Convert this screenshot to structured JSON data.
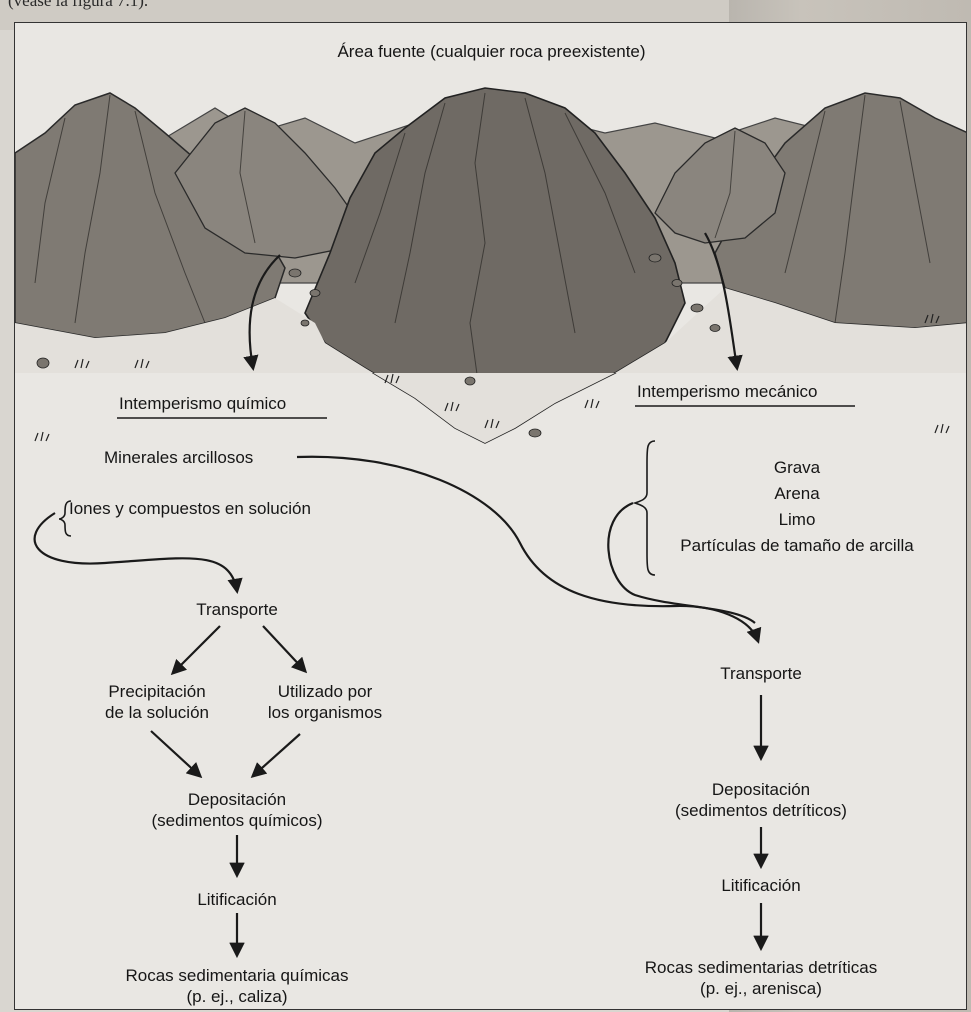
{
  "page_bleed": {
    "top_text": "(véase la figura 7.1)."
  },
  "title": "Área fuente (cualquier roca preexistente)",
  "chemical_branch": {
    "heading": "Intemperismo químico",
    "clay_minerals": "Minerales arcillosos",
    "ions": "Iones y compuestos en solución",
    "transport": "Transporte",
    "precipitation": [
      "Precipitación",
      "de la solución"
    ],
    "organisms": [
      "Utilizado por",
      "los organismos"
    ],
    "deposition": [
      "Depositación",
      "(sedimentos químicos)"
    ],
    "lithification": "Litificación",
    "rocks": [
      "Rocas sedimentaria químicas",
      "(p. ej., caliza)"
    ]
  },
  "mechanical_branch": {
    "heading": "Intemperismo mecánico",
    "particles": [
      "Grava",
      "Arena",
      "Limo",
      "Partículas de tamaño de arcilla"
    ],
    "transport": "Transporte",
    "deposition": [
      "Depositación",
      "(sedimentos detríticos)"
    ],
    "lithification": "Litificación",
    "rocks": [
      "Rocas sedimentarias detríticas",
      "(p. ej., arenisca)"
    ]
  },
  "colors": {
    "rock_dark": "#6e6a64",
    "rock_mid": "#8c8780",
    "rock_light": "#a8a39b",
    "ink": "#1a1a1a",
    "paper": "#e9e7e3"
  }
}
